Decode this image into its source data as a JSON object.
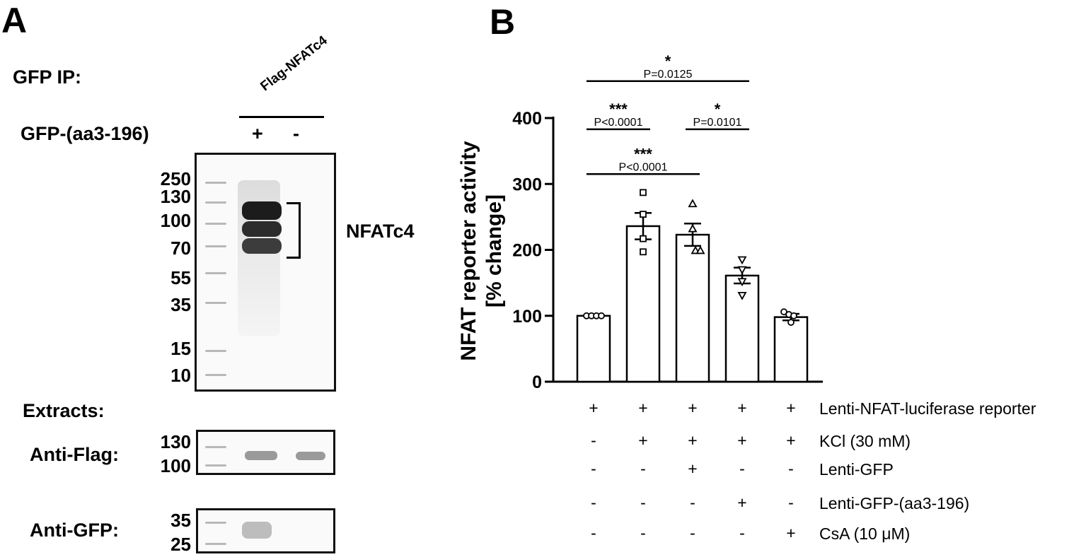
{
  "panel_a": {
    "letter": "A",
    "gfp_ip_label": "GFP IP:",
    "flag_label": "Flag-NFATc4",
    "gfp_row_label": "GFP-(aa3-196)",
    "gfp_row_signs": [
      "+",
      "-"
    ],
    "ip_markers": [
      "250",
      "130",
      "100",
      "70",
      "55",
      "35",
      "15",
      "10"
    ],
    "nfat_label": "NFATc4",
    "extracts_label": "Extracts:",
    "anti_flag_label": "Anti-Flag:",
    "anti_flag_markers": [
      "130",
      "100"
    ],
    "anti_gfp_label": "Anti-GFP:",
    "anti_gfp_markers": [
      "35",
      "25"
    ]
  },
  "panel_b": {
    "letter": "B",
    "conditions": [
      {
        "label": "Lenti-NFAT-luciferase reporter",
        "signs": [
          "+",
          "+",
          "+",
          "+",
          "+"
        ]
      },
      {
        "label": "KCl (30 mM)",
        "signs": [
          "-",
          "+",
          "+",
          "+",
          "+"
        ]
      },
      {
        "label": "Lenti-GFP",
        "signs": [
          "-",
          "-",
          "+",
          "-",
          "-"
        ]
      },
      {
        "label": "Lenti-GFP-(aa3-196)",
        "signs": [
          "-",
          "-",
          "-",
          "+",
          "-"
        ]
      },
      {
        "label": "CsA (10 μM)",
        "signs": [
          "-",
          "-",
          "-",
          "-",
          "+"
        ]
      }
    ]
  },
  "chart_data": {
    "type": "bar",
    "ylabel": "NFAT reporter activity [% change]",
    "ylabel_lines": [
      "NFAT reporter activity",
      "[% change]"
    ],
    "ylim": [
      0,
      400
    ],
    "yticks": [
      "0",
      "100",
      "200",
      "300",
      "400"
    ],
    "ytick_values": [
      0,
      100,
      200,
      300,
      400
    ],
    "bars": [
      {
        "value": 100,
        "sem": 0,
        "points": [
          100,
          100,
          100,
          100
        ],
        "marker": "circle"
      },
      {
        "value": 236,
        "sem": 20,
        "points": [
          287,
          254,
          217,
          197
        ],
        "marker": "square"
      },
      {
        "value": 223,
        "sem": 17,
        "points": [
          270,
          232,
          199,
          199
        ],
        "marker": "triangle"
      },
      {
        "value": 161,
        "sem": 12,
        "points": [
          185,
          170,
          152,
          131
        ],
        "marker": "triangle-down"
      },
      {
        "value": 98,
        "sem": 5,
        "points": [
          106,
          102,
          100,
          90
        ],
        "marker": "circle"
      }
    ],
    "significance": [
      {
        "from": 0,
        "to": 3,
        "stars": "*",
        "p": "P=0.0125",
        "y": 456
      },
      {
        "from": 0,
        "to": 1,
        "stars": "***",
        "p": "P<0.0001",
        "y": 383
      },
      {
        "from": 2,
        "to": 3,
        "stars": "*",
        "p": "P=0.0101",
        "y": 383
      },
      {
        "from": 0,
        "to": 2,
        "stars": "***",
        "p": "P<0.0001",
        "y": 315
      }
    ]
  }
}
